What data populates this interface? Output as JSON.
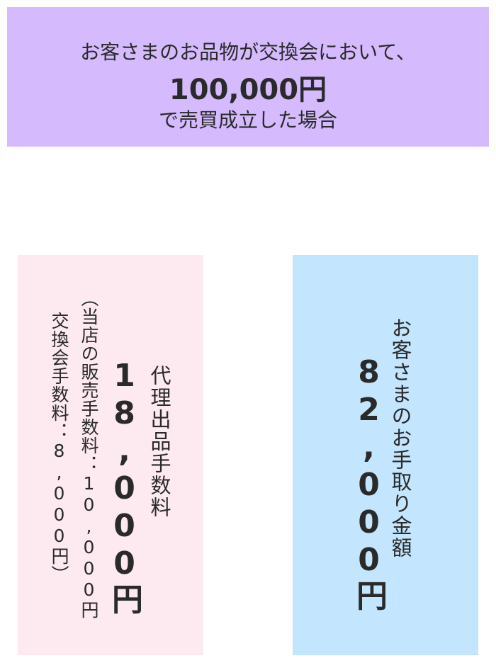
{
  "header": {
    "line1": "お客さまのお品物が交換会において、",
    "amount": "100,000円",
    "line3": "で売買成立した場合"
  },
  "fee_box": {
    "title": "代理出品手数料",
    "amount": "18,000円",
    "detail1": "（当店の販売手数料：10,000円",
    "detail2": "交換会手数料：8,000円）"
  },
  "payout_box": {
    "title": "お客さまのお手取り金額",
    "amount": "82,000円"
  },
  "colors": {
    "header_bg": "#d5bafd",
    "fee_bg": "#fdeaf1",
    "payout_bg": "#c3e5fd"
  }
}
